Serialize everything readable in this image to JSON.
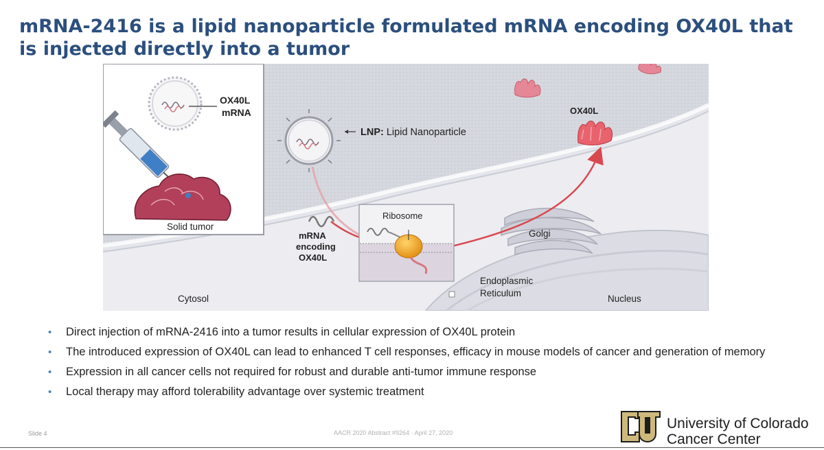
{
  "slide": {
    "title": "mRNA-2416 is a lipid nanoparticle formulated mRNA encoding OX40L that is injected directly into a tumor",
    "slide_number": "Slide 4",
    "footer_center": "AACR 2020 Abstract #9264 · April 27, 2020"
  },
  "figure": {
    "inset_label_ox40l": "OX40L",
    "inset_label_mrna": "mRNA",
    "inset_label_tumor": "Solid tumor",
    "lnp_bold": "LNP:",
    "lnp_rest": " Lipid Nanoparticle",
    "ox40l_label": "OX40L",
    "mrna_line1": "mRNA",
    "mrna_line2": "encoding",
    "mrna_line3": "OX40L",
    "ribosome": "Ribosome",
    "golgi": "Golgi",
    "er_line1": "Endoplasmic",
    "er_line2": "Reticulum",
    "cytosol": "Cytosol",
    "nucleus": "Nucleus",
    "colors": {
      "membrane": "#c7c9d2",
      "cytosol": "#e9e9ee",
      "protein": "#e8636e",
      "arrow": "#d9484f",
      "ribosome": "#e9a323"
    }
  },
  "bullets": [
    "Direct injection of mRNA-2416 into a tumor results in cellular expression of OX40L protein",
    "The introduced expression of OX40L can lead to enhanced T cell responses, efficacy in mouse models of cancer and generation of memory",
    "Expression in all cancer cells not required for robust and durable anti-tumor immune response",
    "Local therapy may afford tolerability advantage over systemic treatment"
  ],
  "logo": {
    "line1": "University of Colorado",
    "line2": "Cancer Center",
    "colors": {
      "gold": "#cfb87c",
      "dark": "#1d1d1d"
    }
  }
}
